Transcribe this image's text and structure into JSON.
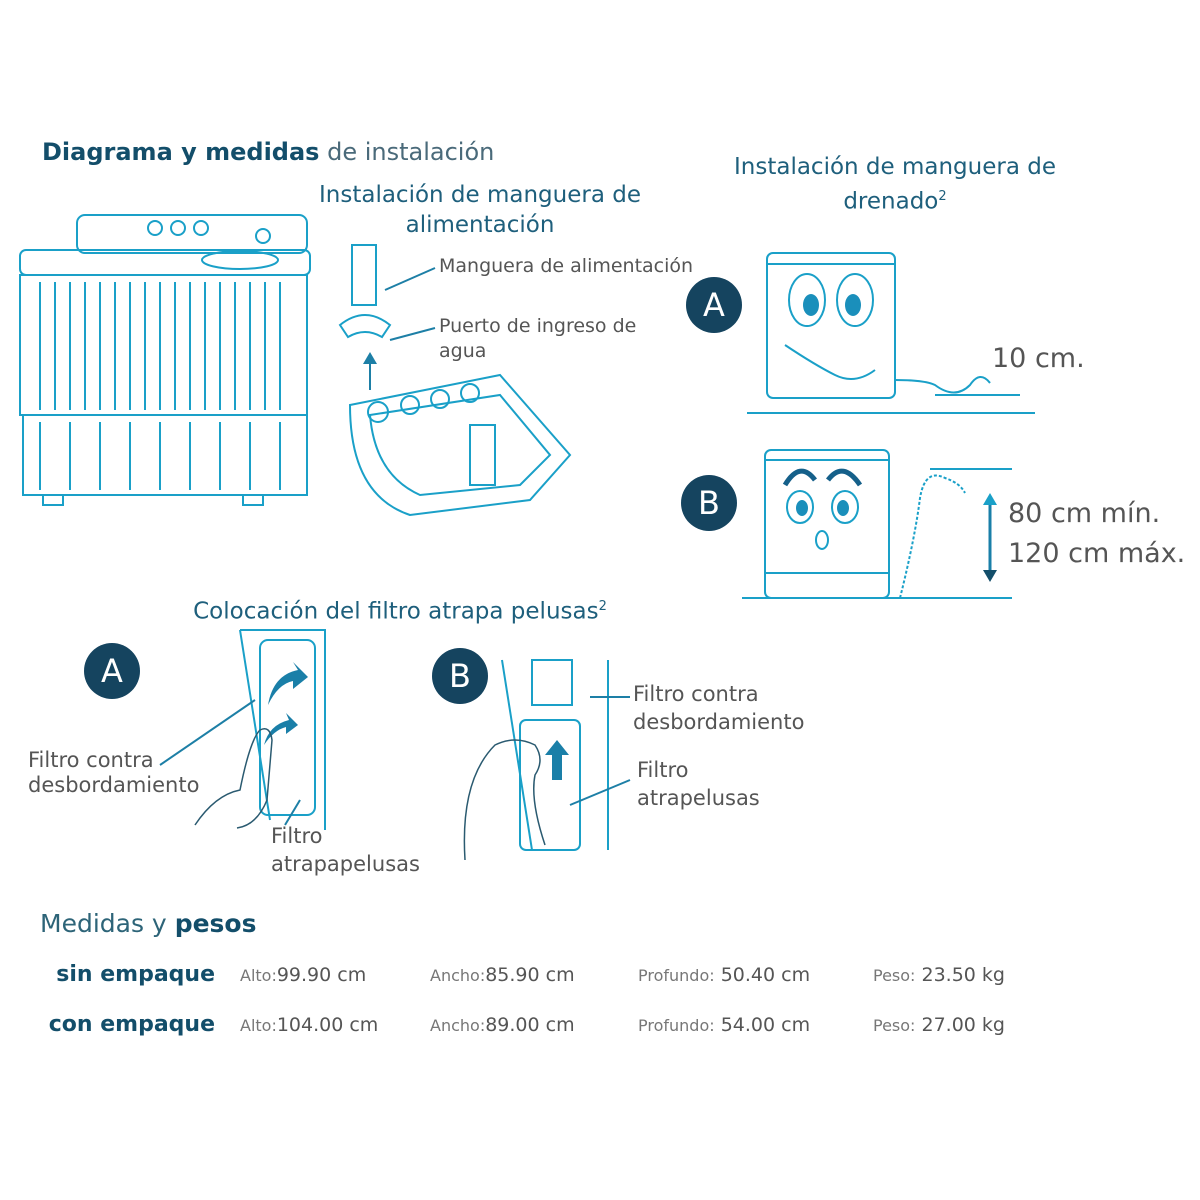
{
  "title": {
    "bold": "Diagrama y medidas",
    "light": "de instalación"
  },
  "feed_hose": {
    "title_line1": "Instalación de manguera de",
    "title_line2": "alimentación",
    "label_hose": "Manguera de alimentación",
    "label_port_line1": "Puerto de ingreso de",
    "label_port_line2": "agua"
  },
  "drain_hose": {
    "title_line1": "Instalación de manguera de",
    "title_line2": "drenado",
    "superscript": "2",
    "badge_a": "A",
    "badge_b": "B",
    "distance_a": "10 cm.",
    "min_height": "80 cm mín.",
    "max_height": "120 cm máx."
  },
  "lint_filter": {
    "title": "Colocación del filtro atrapa pelusas",
    "superscript": "2",
    "badge_a": "A",
    "badge_b": "B",
    "a_overflow_line1": "Filtro contra",
    "a_overflow_line2": "desbordamiento",
    "a_lint_line1": "Filtro",
    "a_lint_line2": "atrapapelusas",
    "b_overflow_line1": "Filtro contra",
    "b_overflow_line2": "desbordamiento",
    "b_lint_line1": "Filtro",
    "b_lint_line2": "atrapelusas"
  },
  "measures": {
    "title_light": "Medidas y",
    "title_bold": "pesos",
    "rows": [
      {
        "label": "sin empaque",
        "alto_k": "Alto:",
        "alto": "99.90 cm",
        "ancho_k": "Ancho:",
        "ancho": "85.90 cm",
        "profundo_k": "Profundo:",
        "profundo": "50.40 cm",
        "peso_k": "Peso:",
        "peso": "23.50 kg"
      },
      {
        "label": "con empaque",
        "alto_k": "Alto:",
        "alto": "104.00 cm",
        "ancho_k": "Ancho:",
        "ancho": "89.00 cm",
        "profundo_k": "Profundo:",
        "profundo": "54.00 cm",
        "peso_k": "Peso:",
        "peso": "27.00 kg"
      }
    ]
  },
  "colors": {
    "heading": "#134e6a",
    "badge": "#15445f",
    "line": "#1aa0c8",
    "text": "#555555"
  }
}
